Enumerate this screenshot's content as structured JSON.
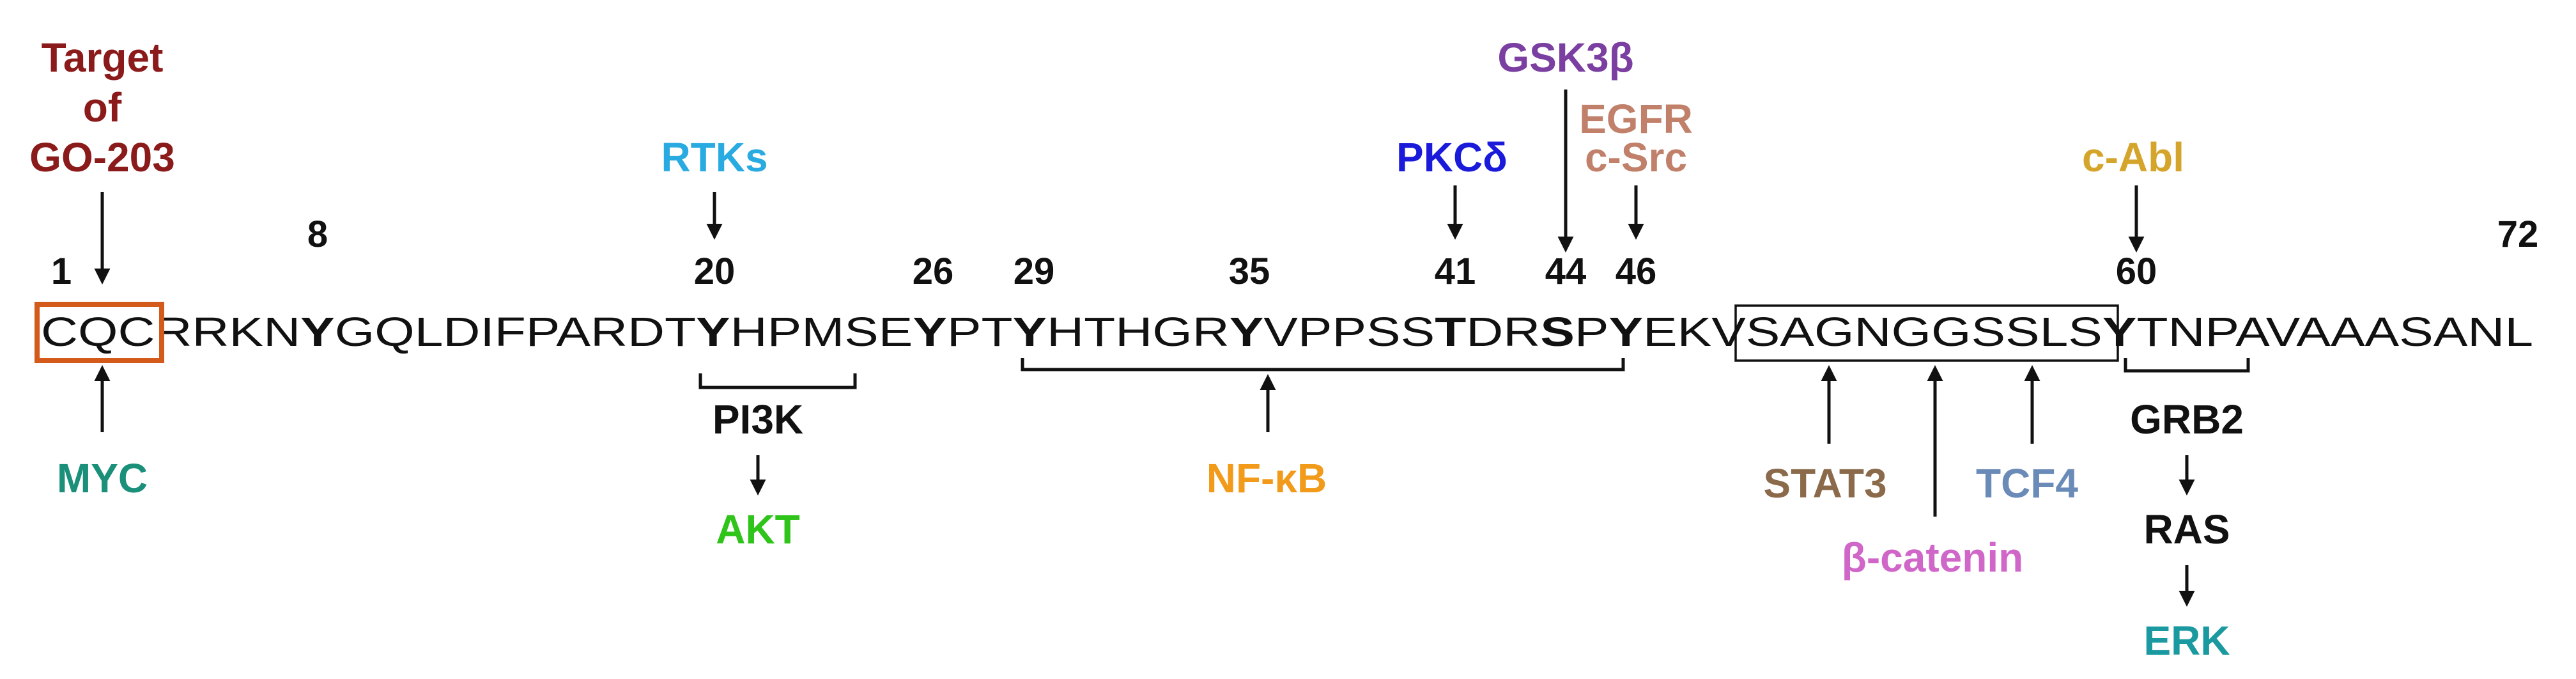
{
  "sequence": {
    "fragments": [
      {
        "text": "CQC",
        "bold": false
      },
      {
        "text": "RRKN",
        "bold": false
      },
      {
        "text": "Y",
        "bold": true
      },
      {
        "text": "GQLDIFPARDT",
        "bold": false
      },
      {
        "text": "Y",
        "bold": true
      },
      {
        "text": "HPMSE",
        "bold": false
      },
      {
        "text": "Y",
        "bold": true
      },
      {
        "text": "PT",
        "bold": false
      },
      {
        "text": "Y",
        "bold": true
      },
      {
        "text": "HTHGR",
        "bold": false
      },
      {
        "text": "Y",
        "bold": true
      },
      {
        "text": "VPPSS",
        "bold": false
      },
      {
        "text": "T",
        "bold": true
      },
      {
        "text": "DR",
        "bold": false
      },
      {
        "text": "S",
        "bold": true
      },
      {
        "text": "P",
        "bold": false
      },
      {
        "text": "Y",
        "bold": true
      },
      {
        "text": "EKV",
        "bold": false
      },
      {
        "text": "SAGNGGSSLS",
        "bold": false
      },
      {
        "text": "Y",
        "bold": true
      },
      {
        "text": "TNPAVAAASANL",
        "bold": false
      }
    ]
  },
  "positions": [
    "1",
    "8",
    "20",
    "26",
    "29",
    "35",
    "41",
    "44",
    "46",
    "60",
    "72"
  ],
  "labels": {
    "target_line1": "Target",
    "target_line2": "of",
    "target_line3": "GO-203",
    "rtks": "RTKs",
    "pkcd": "PKCδ",
    "gsk3b": "GSK3β",
    "egfr": "EGFR",
    "csrc": "c-Src",
    "cabl": "c-Abl",
    "myc": "MYC",
    "pi3k": "PI3K",
    "akt": "AKT",
    "nfkb": "NF-κB",
    "stat3": "STAT3",
    "bcatenin": "β-catenin",
    "tcf4": "TCF4",
    "grb2": "GRB2",
    "ras": "RAS",
    "erk": "ERK"
  },
  "colors": {
    "target": "#8b1a1a",
    "rtks": "#29abe2",
    "pkcd": "#1a1adb",
    "gsk3b": "#7a3fa0",
    "egfr_csrc": "#c0806a",
    "cabl": "#d4a52a",
    "myc": "#1a8f7a",
    "pi3k": "#111111",
    "akt": "#2ec41a",
    "nfkb": "#f29a1a",
    "stat3": "#8a6a4a",
    "bcatenin": "#d066c8",
    "tcf4": "#6a8ab8",
    "grb2_ras": "#111111",
    "erk": "#1a9aa0",
    "cqc_box": "#d35a1a",
    "motif_box": "#111111"
  }
}
